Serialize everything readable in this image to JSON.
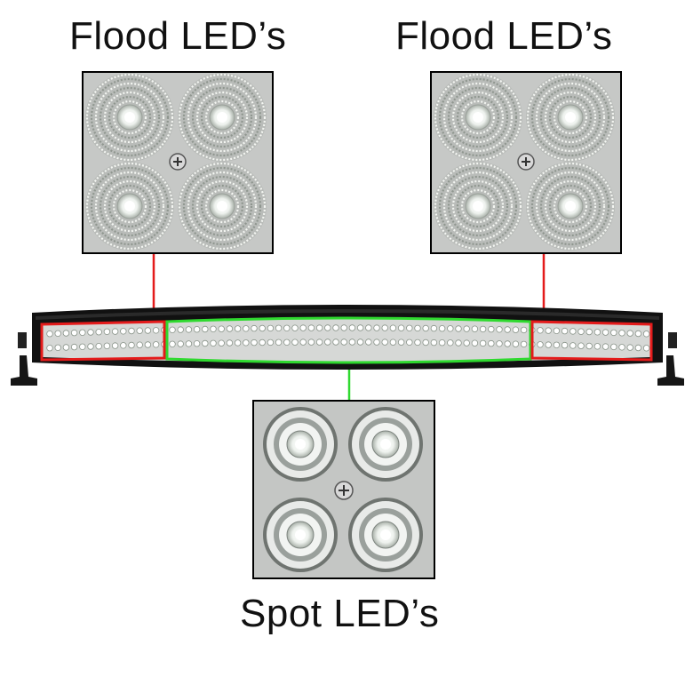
{
  "labels": {
    "flood_left": "Flood LED’s",
    "flood_right": "Flood LED’s",
    "spot": "Spot LED’s"
  },
  "colors": {
    "flood_highlight": "#e41b1b",
    "spot_highlight": "#2fd92f",
    "bar_housing": "#111111",
    "panel_border": "#000000"
  },
  "icons": {
    "flood_panel": "flood-led-cluster-icon",
    "spot_panel": "spot-led-cluster-icon",
    "light_bar": "curved-led-light-bar-icon"
  }
}
